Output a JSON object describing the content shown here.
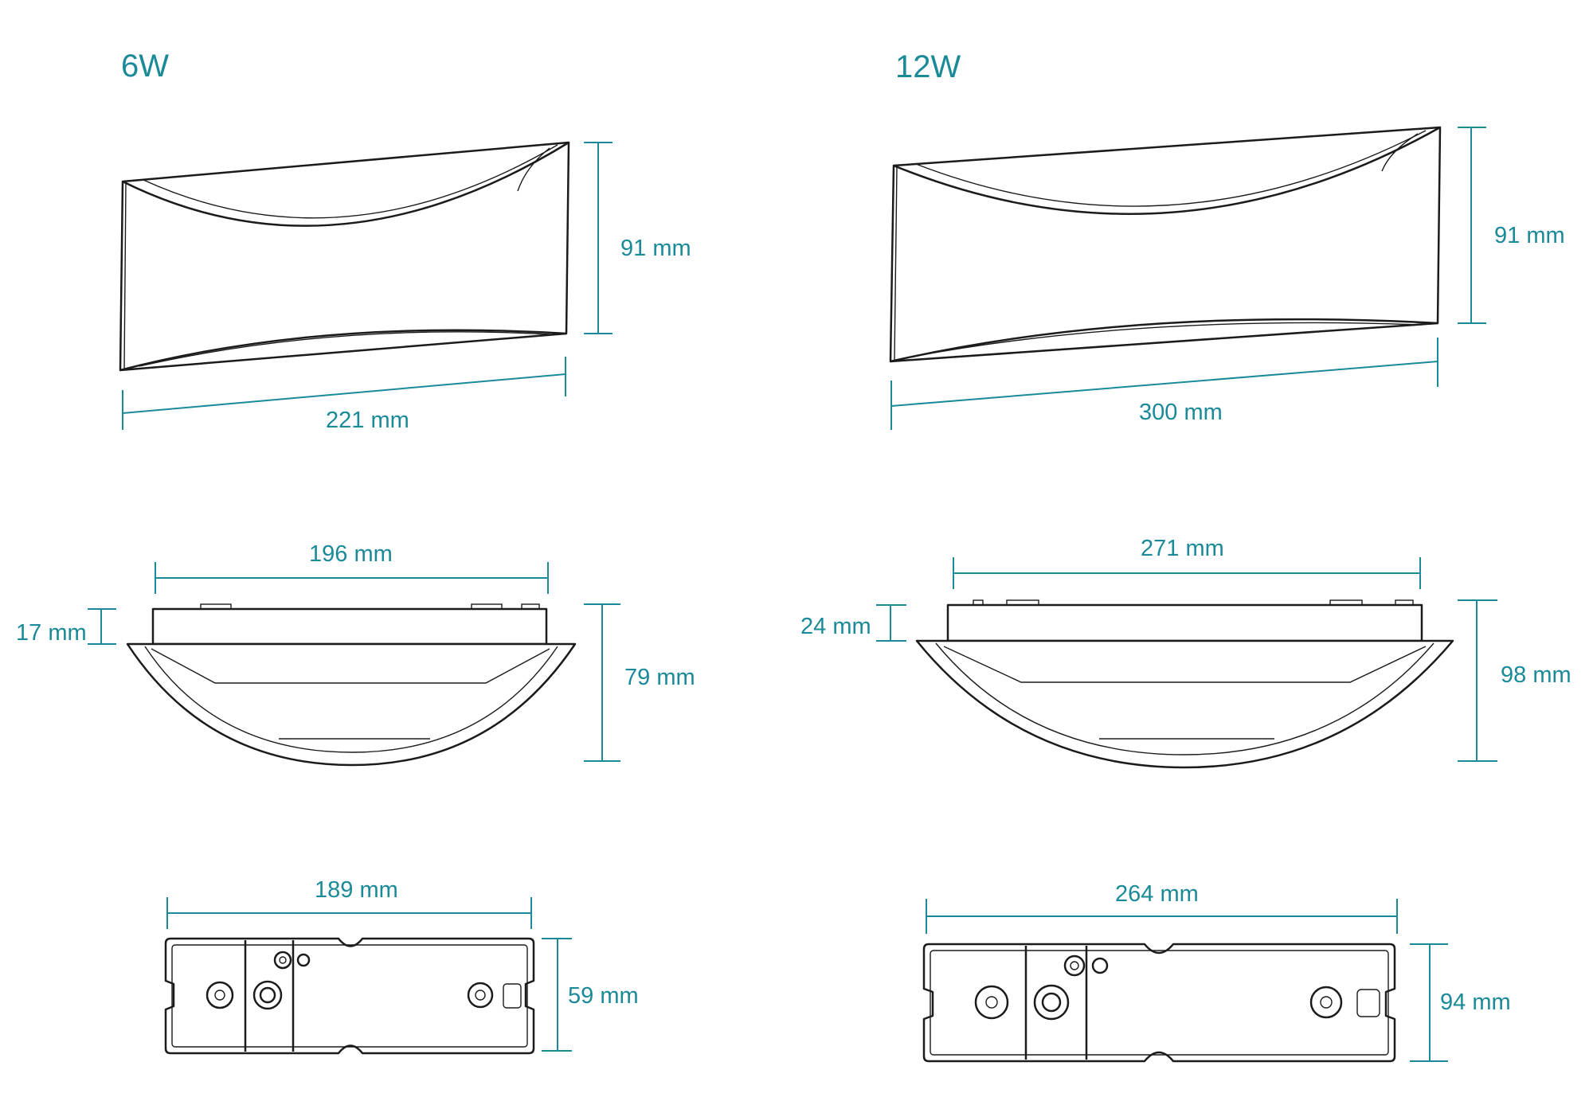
{
  "models": [
    {
      "title": "6W",
      "front": {
        "width": "221 mm",
        "height": "91 mm"
      },
      "side": {
        "width": "196 mm",
        "depth": "17 mm",
        "height": "79 mm"
      },
      "base": {
        "width": "189 mm",
        "height": "59 mm"
      }
    },
    {
      "title": "12W",
      "front": {
        "width": "300 mm",
        "height": "91 mm"
      },
      "side": {
        "width": "271 mm",
        "depth": "24 mm",
        "height": "98 mm"
      },
      "base": {
        "width": "264 mm",
        "height": "94 mm"
      }
    }
  ],
  "colors": {
    "dimension": "#1a8a99",
    "outline": "#1b1b1b"
  }
}
